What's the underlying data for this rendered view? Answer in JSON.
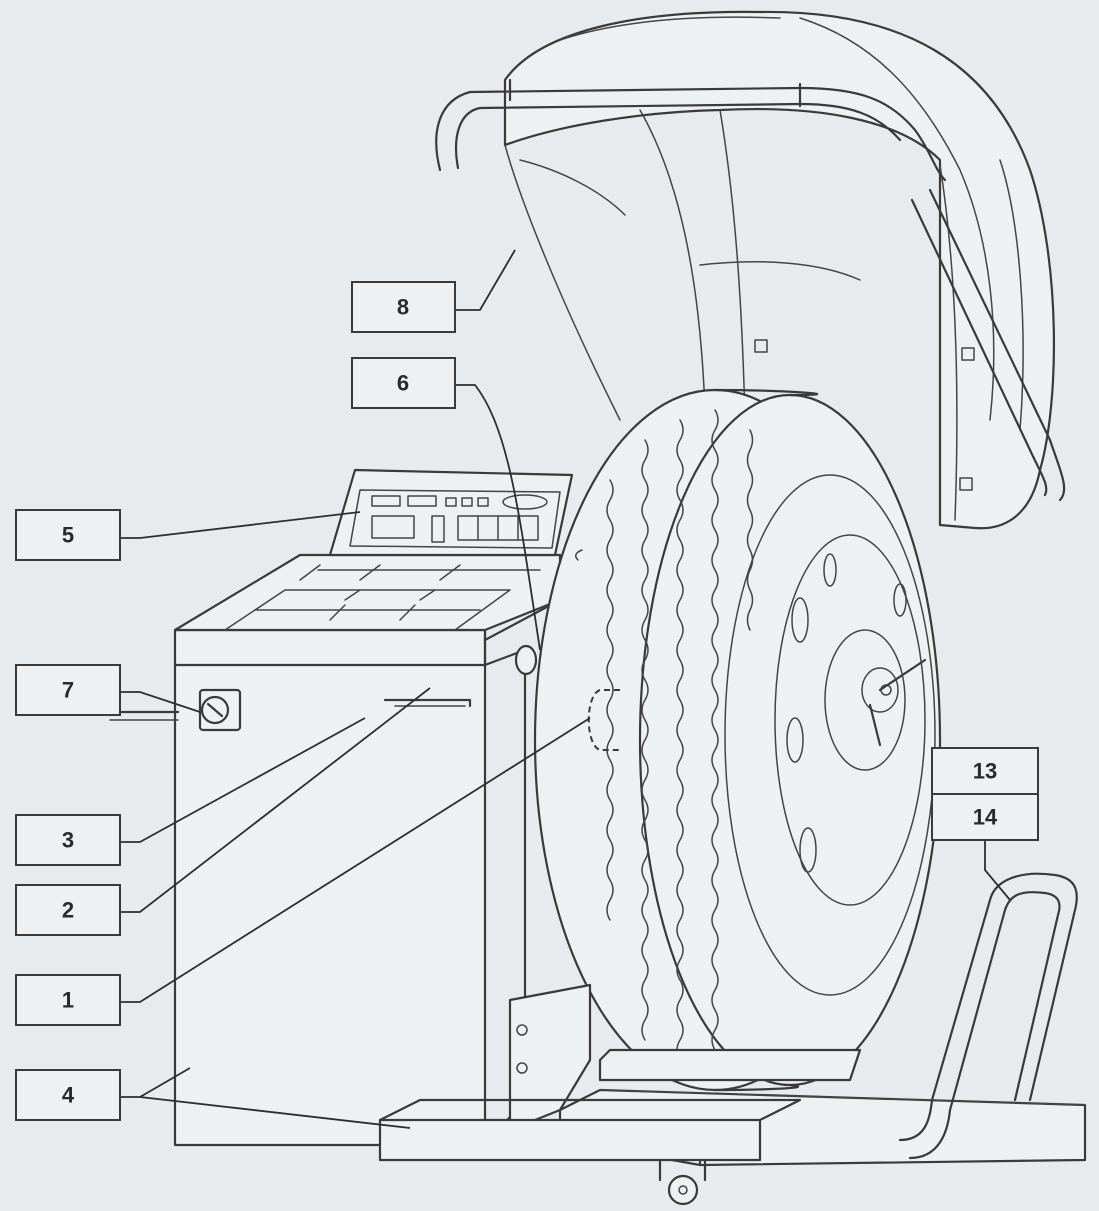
{
  "callouts": {
    "c1": "1",
    "c2": "2",
    "c3": "3",
    "c4": "4",
    "c5": "5",
    "c6": "6",
    "c7": "7",
    "c8": "8",
    "c13": "13",
    "c14": "14"
  }
}
